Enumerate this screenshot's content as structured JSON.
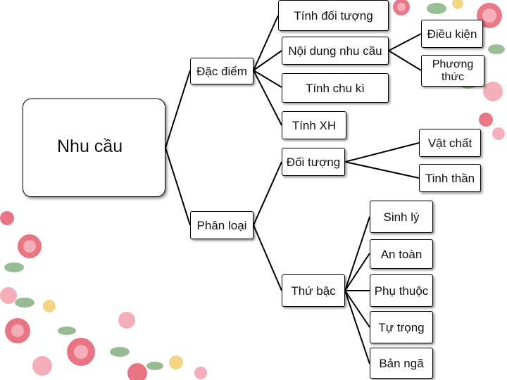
{
  "diagram": {
    "root": "Nhu cầu",
    "branches": {
      "dac_diem": {
        "label": "Đặc điểm",
        "children": [
          "Tính đối tượng",
          "Nội dung nhu cầu",
          "Tính chu kì",
          "Tính XH"
        ],
        "noi_dung_children": [
          "Điều kiện",
          "Phương thức"
        ]
      },
      "phan_loai": {
        "label": "Phân loại",
        "doi_tuong": {
          "label": "Đối tượng",
          "children": [
            "Vật chất",
            "Tinh thần"
          ]
        },
        "thu_bac": {
          "label": "Thứ bậc",
          "children": [
            "Sinh lý",
            "An toàn",
            "Phụ thuộc",
            "Tự trọng",
            "Bản ngã"
          ]
        }
      }
    }
  },
  "colors": {
    "line": "#000000",
    "box_border": "#000000",
    "rose": "#e86a7a",
    "rose_light": "#f4a8b4",
    "leaf": "#8fb78a",
    "yellow_flower": "#f2d27a"
  }
}
